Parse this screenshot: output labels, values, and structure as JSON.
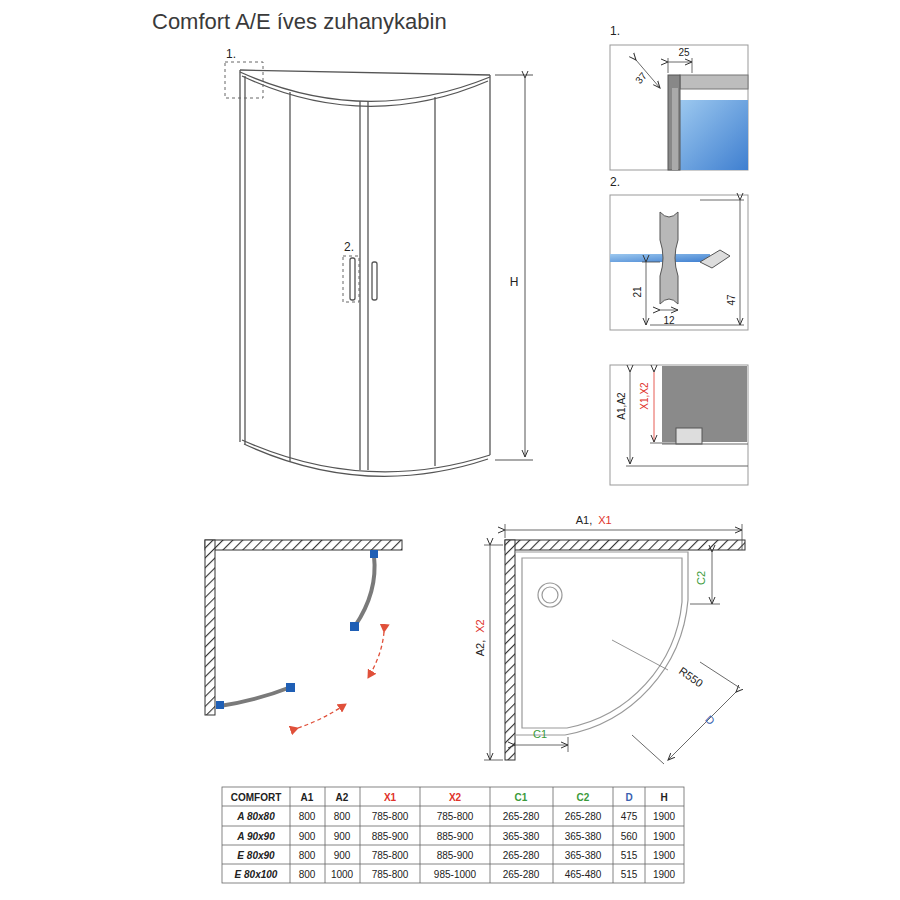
{
  "diagram": {
    "title": "Comfort A/E íves zuhanykabin",
    "labels": [
      "1.",
      "2.",
      "H",
      "1.",
      "25",
      "37",
      "2.",
      "21",
      "12",
      "47",
      "A1,A2",
      "X1,X2",
      "A1,",
      "X1",
      "A2,",
      "X2",
      "C2",
      "C1",
      "R550",
      "D",
      "COMFORT",
      "A1",
      "A2",
      "X1",
      "X2",
      "C1",
      "C2",
      "D",
      "H",
      "A 80x80",
      "800",
      "800",
      "785-800",
      "785-800",
      "265-280",
      "265-280",
      "475",
      "1900",
      "A 90x90",
      "900",
      "900",
      "885-900",
      "885-900",
      "365-380",
      "365-380",
      "560",
      "1900",
      "E 80x90",
      "800",
      "900",
      "785-800",
      "885-900",
      "265-280",
      "365-380",
      "515",
      "1900",
      "E 80x100",
      "800",
      "1000",
      "785-800",
      "985-1000",
      "265-280",
      "465-480",
      "515",
      "1900"
    ]
  }
}
